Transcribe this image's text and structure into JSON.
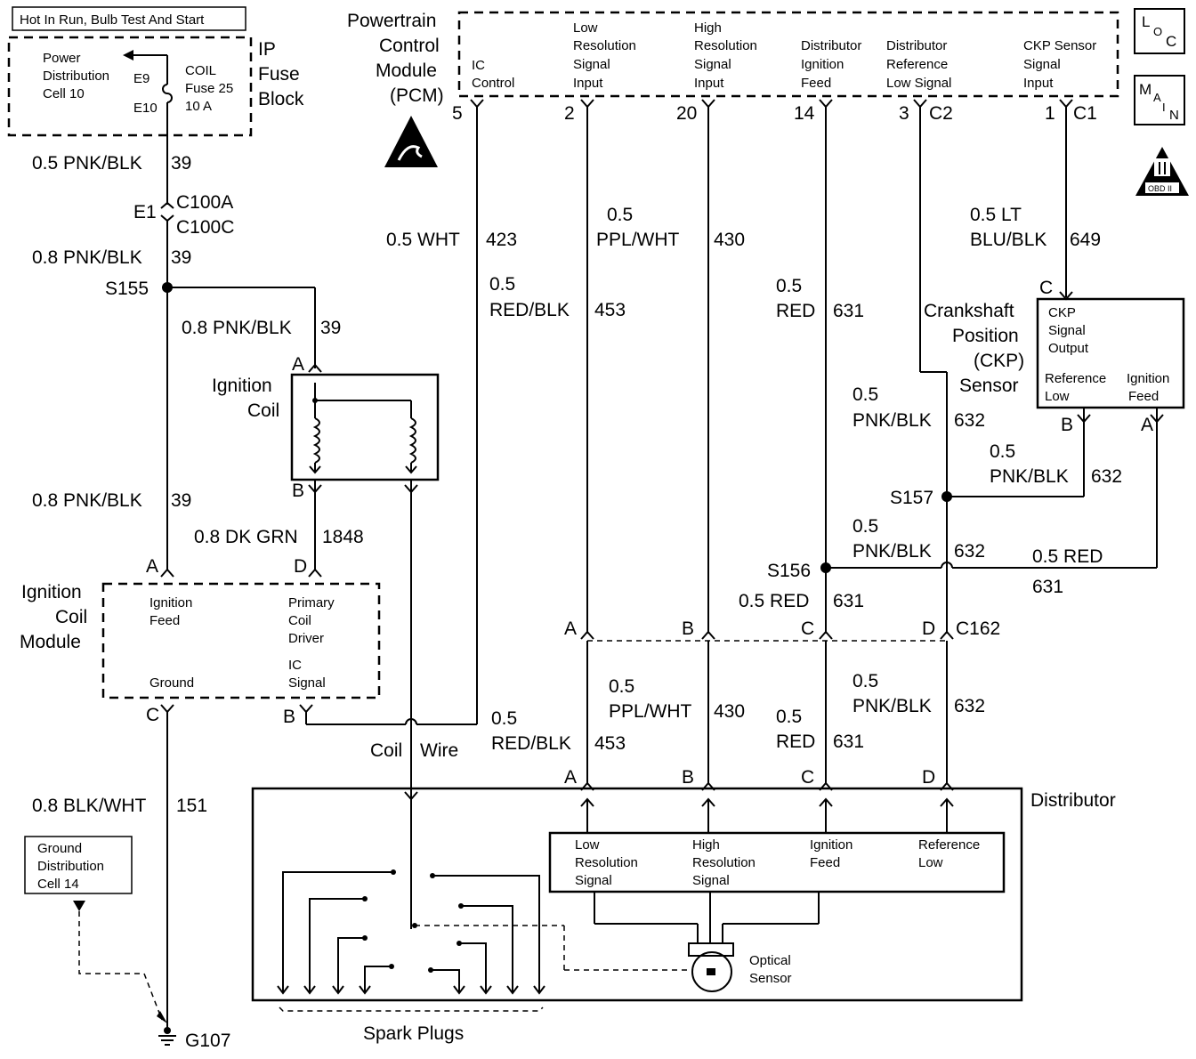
{
  "header": {
    "circuit_note": "Hot In Run, Bulb Test And Start"
  },
  "badges": {
    "loc_l": "L",
    "loc_o": "O",
    "loc_c": "C",
    "main_m": "M",
    "main_a": "A",
    "main_i": "I",
    "main_n": "N",
    "obd_label": "OBD II"
  },
  "fuse_block": {
    "label_1": "IP",
    "label_2": "Fuse",
    "label_3": "Block",
    "pdc_1": "Power",
    "pdc_2": "Distribution",
    "pdc_3": "Cell 10",
    "e9": "E9",
    "e10": "E10",
    "fuse_1": "COIL",
    "fuse_2": "Fuse 25",
    "fuse_3": "10 A"
  },
  "pcm": {
    "title_1": "Powertrain",
    "title_2": "Control",
    "title_3": "Module",
    "title_4": "(PCM)",
    "ic_1": "IC",
    "ic_2": "Control",
    "low_1": "Low",
    "low_2": "Resolution",
    "low_3": "Signal",
    "low_4": "Input",
    "high_1": "High",
    "high_2": "Resolution",
    "high_3": "Signal",
    "high_4": "Input",
    "dist_1": "Distributor",
    "dist_2": "Ignition",
    "dist_3": "Feed",
    "ref_1": "Distributor",
    "ref_2": "Reference",
    "ref_3": "Low Signal",
    "ckp_1": "CKP Sensor",
    "ckp_2": "Signal",
    "ckp_3": "Input",
    "pin_5": "5",
    "pin_2": "2",
    "pin_20": "20",
    "pin_14": "14",
    "pin_3": "3",
    "pin_1": "1",
    "c2": "C2",
    "c1": "C1"
  },
  "wires": {
    "w39a_size": "0.5 PNK/BLK",
    "w39a_num": "39",
    "e1": "E1",
    "c100a": "C100A",
    "c100c": "C100C",
    "w39b_size": "0.8 PNK/BLK",
    "w39b_num": "39",
    "s155": "S155",
    "w39c_size": "0.8 PNK/BLK",
    "w39c_num": "39",
    "w39d_size": "0.8 PNK/BLK",
    "w39d_num": "39",
    "w1848_size": "0.8 DK GRN",
    "w1848_num": "1848",
    "w151_size": "0.8 BLK/WHT",
    "w151_num": "151",
    "w423_size": "0.5 WHT",
    "w423_num": "423",
    "w453a_size_1": "0.5",
    "w453a_size_2": "RED/BLK",
    "w453a_num": "453",
    "w430a_size_1": "0.5",
    "w430a_size_2": "PPL/WHT",
    "w430a_num": "430",
    "w631a_size_1": "0.5",
    "w631a_size_2": "RED",
    "w631a_num": "631",
    "w649_size_1": "0.5 LT",
    "w649_size_2": "BLU/BLK",
    "w649_num": "649",
    "w632a_size_1": "0.5",
    "w632a_size_2": "PNK/BLK",
    "w632a_num": "632",
    "w632b_size_1": "0.5",
    "w632b_size_2": "PNK/BLK",
    "w632b_num": "632",
    "s157": "S157",
    "w632c_size_1": "0.5",
    "w632c_size_2": "PNK/BLK",
    "w632c_num": "632",
    "w631red_size": "0.5 RED",
    "w631red_num": "631",
    "s156": "S156",
    "w631b_size": "0.5 RED",
    "w631b_num": "631",
    "c162": "C162",
    "pin_a": "A",
    "pin_b": "B",
    "pin_c": "C",
    "pin_d": "D",
    "w453b_size_1": "0.5",
    "w453b_size_2": "RED/BLK",
    "w453b_num": "453",
    "w430b_size_1": "0.5",
    "w430b_size_2": "PPL/WHT",
    "w430b_num": "430",
    "w631c_size_1": "0.5",
    "w631c_size_2": "RED",
    "w631c_num": "631",
    "w632d_size_1": "0.5",
    "w632d_size_2": "PNK/BLK",
    "w632d_num": "632",
    "coil_wire_1": "Coil",
    "coil_wire_2": "Wire"
  },
  "ignition_coil": {
    "label_1": "Ignition",
    "label_2": "Coil",
    "pin_a": "A",
    "pin_b": "B"
  },
  "coil_module": {
    "label_1": "Ignition",
    "label_2": "Coil",
    "label_3": "Module",
    "feed_1": "Ignition",
    "feed_2": "Feed",
    "driver_1": "Primary",
    "driver_2": "Coil",
    "driver_3": "Driver",
    "ground": "Ground",
    "ic_1": "IC",
    "ic_2": "Signal",
    "pin_a": "A",
    "pin_d": "D",
    "pin_c": "C",
    "pin_b": "B"
  },
  "ckp_sensor": {
    "label_1": "Crankshaft",
    "label_2": "Position",
    "label_3": "(CKP)",
    "label_4": "Sensor",
    "out_1": "CKP",
    "out_2": "Signal",
    "out_3": "Output",
    "ref_1": "Reference",
    "ref_2": "Low",
    "feed_1": "Ignition",
    "feed_2": "Feed",
    "pin_c": "C",
    "pin_b": "B",
    "pin_a": "A"
  },
  "distributor": {
    "label": "Distributor",
    "pin_a": "A",
    "pin_b": "B",
    "pin_c": "C",
    "pin_d": "D",
    "low_1": "Low",
    "low_2": "Resolution",
    "low_3": "Signal",
    "high_1": "High",
    "high_2": "Resolution",
    "high_3": "Signal",
    "feed_1": "Ignition",
    "feed_2": "Feed",
    "ref_1": "Reference",
    "ref_2": "Low",
    "optical_1": "Optical",
    "optical_2": "Sensor",
    "spark_plugs": "Spark Plugs"
  },
  "ground": {
    "gdc_1": "Ground",
    "gdc_2": "Distribution",
    "gdc_3": "Cell 14",
    "g107": "G107"
  }
}
